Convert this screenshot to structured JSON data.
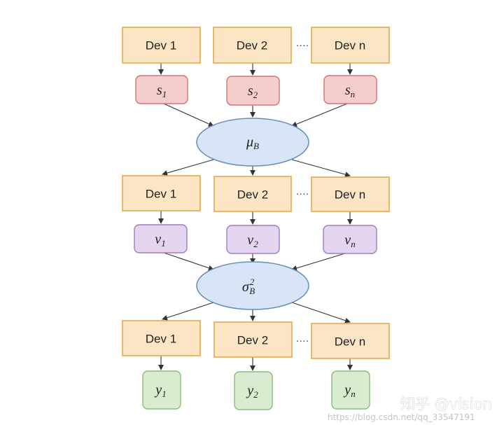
{
  "devices": {
    "row1": [
      "Dev 1",
      "Dev 2",
      "Dev n"
    ],
    "row2": [
      "Dev 1",
      "Dev 2",
      "Dev n"
    ],
    "row3": [
      "Dev 1",
      "Dev 2",
      "Dev n"
    ]
  },
  "ellipsis": "····",
  "s_nodes": [
    {
      "base": "s",
      "sub": "1"
    },
    {
      "base": "s",
      "sub": "2"
    },
    {
      "base": "s",
      "sub": "n"
    }
  ],
  "v_nodes": [
    {
      "base": "ν",
      "sub": "1"
    },
    {
      "base": "ν",
      "sub": "2"
    },
    {
      "base": "ν",
      "sub": "n"
    }
  ],
  "y_nodes": [
    {
      "base": "y",
      "sub": "1"
    },
    {
      "base": "y",
      "sub": "2"
    },
    {
      "base": "y",
      "sub": "n"
    }
  ],
  "mean_node": {
    "base": "μ",
    "sub": "B"
  },
  "var_node": {
    "base": "σ",
    "sup": "2",
    "sub": "B"
  },
  "watermark": {
    "main": "知乎 @vision",
    "url": "https://blog.csdn.net/qq_33547191"
  },
  "colors": {
    "dev_fill": "#fbe5c4",
    "dev_stroke": "#e3aa4e",
    "s_fill": "#f6cdcd",
    "v_fill": "#e3d6ee",
    "y_fill": "#d8ecd0",
    "ellipse_fill": "#d7e5f7",
    "ellipse_stroke": "#6c8ebf"
  }
}
